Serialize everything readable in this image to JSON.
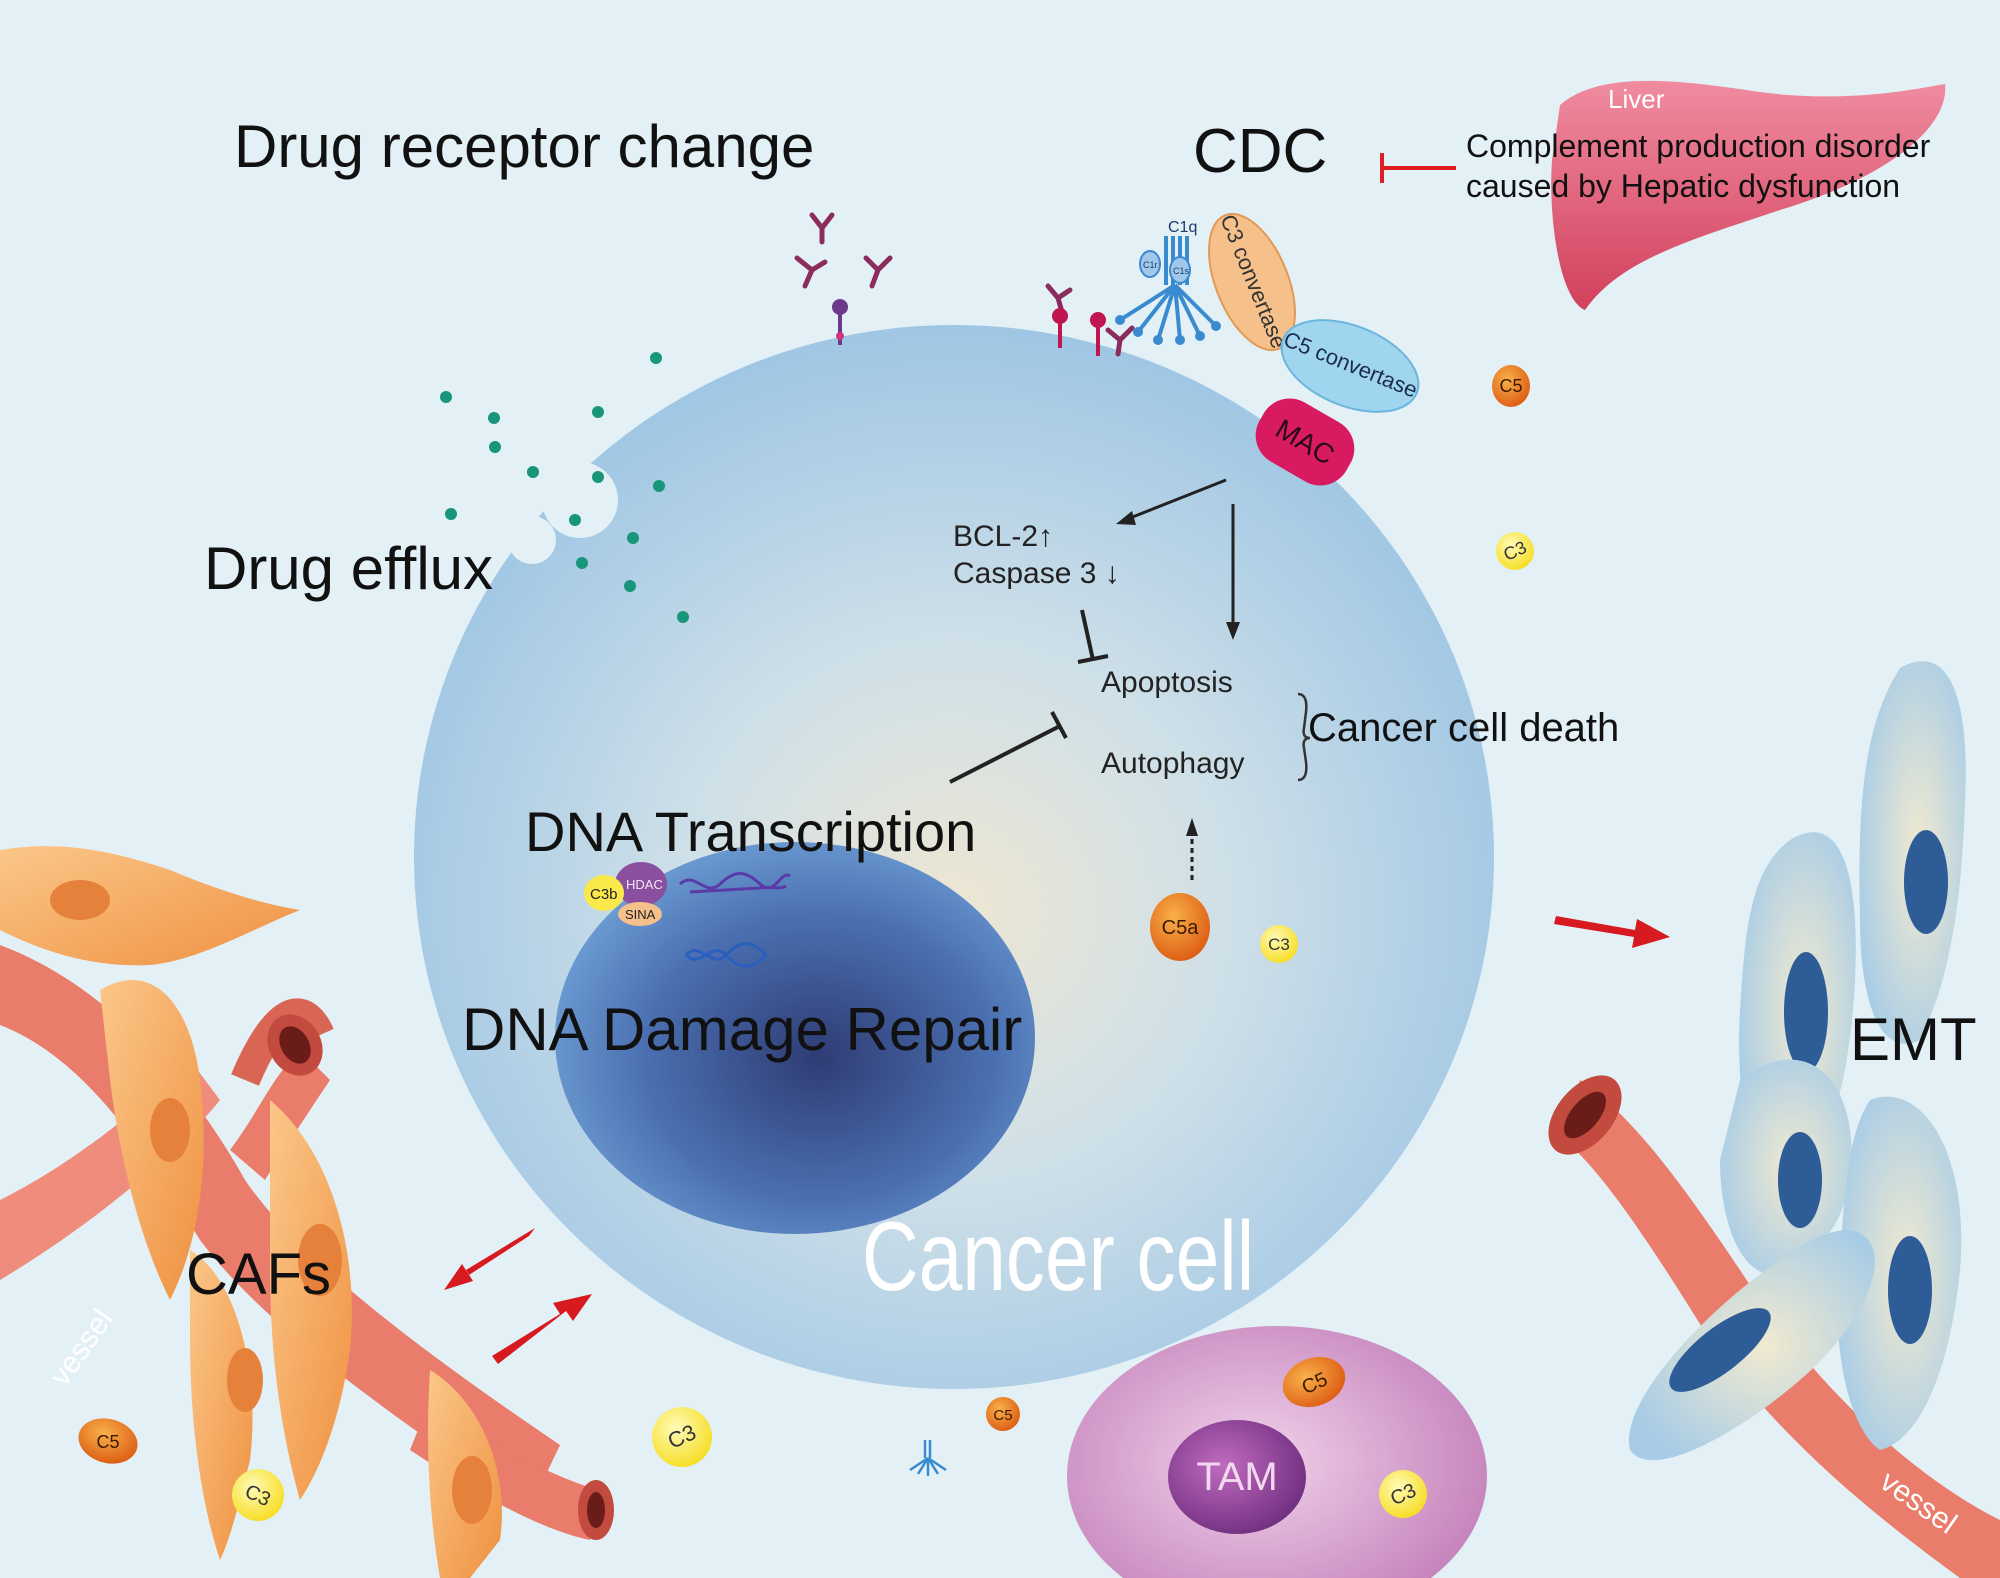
{
  "labels": {
    "drug_receptor_change": "Drug receptor change",
    "cdc": "CDC",
    "liver": "Liver",
    "complement_disorder_line1": "Complement production disorder",
    "complement_disorder_line2": "caused by Hepatic dysfunction",
    "drug_efflux": "Drug efflux",
    "bcl2": "BCL-2↑",
    "caspase3": "Caspase 3 ↓",
    "apoptosis": "Apoptosis",
    "autophagy": "Autophagy",
    "cancer_cell_death": "Cancer cell death",
    "dna_transcription": "DNA Transcription",
    "dna_damage_repair": "DNA Damage Repair",
    "cancer_cell": "Cancer cell",
    "cafs": "CAFs",
    "emt": "EMT",
    "tam": "TAM",
    "vessel_left": "vessel",
    "vessel_right": "vessel"
  },
  "complement": {
    "c1q": "C1q",
    "c1r": "C1r",
    "c1s": "C1s",
    "c3_convertase": "C3 convertase",
    "c5_convertase": "C5 convertase",
    "mac": "MAC",
    "c3b": "C3b",
    "hdac": "HDAC",
    "sina": "SINA",
    "c5a": "C5a",
    "c3": "C3",
    "c5": "C5"
  },
  "colors": {
    "background": "#e3f1f7",
    "cell_body": "#a9cde6",
    "nucleus": "#3f5f9f",
    "liver": "#e2576f",
    "mac": "#d81b60",
    "c3_convertase": "#f6c08b",
    "c5_convertase": "#9fd5ef",
    "c5_orange": "#e8731c",
    "c3_yellow": "#fbe84a",
    "red_arrow": "#d71920",
    "vessel": "#e97c6b",
    "caf": "#f2a55a",
    "tam": "#c37ab9",
    "efflux_dots": "#18957a"
  }
}
